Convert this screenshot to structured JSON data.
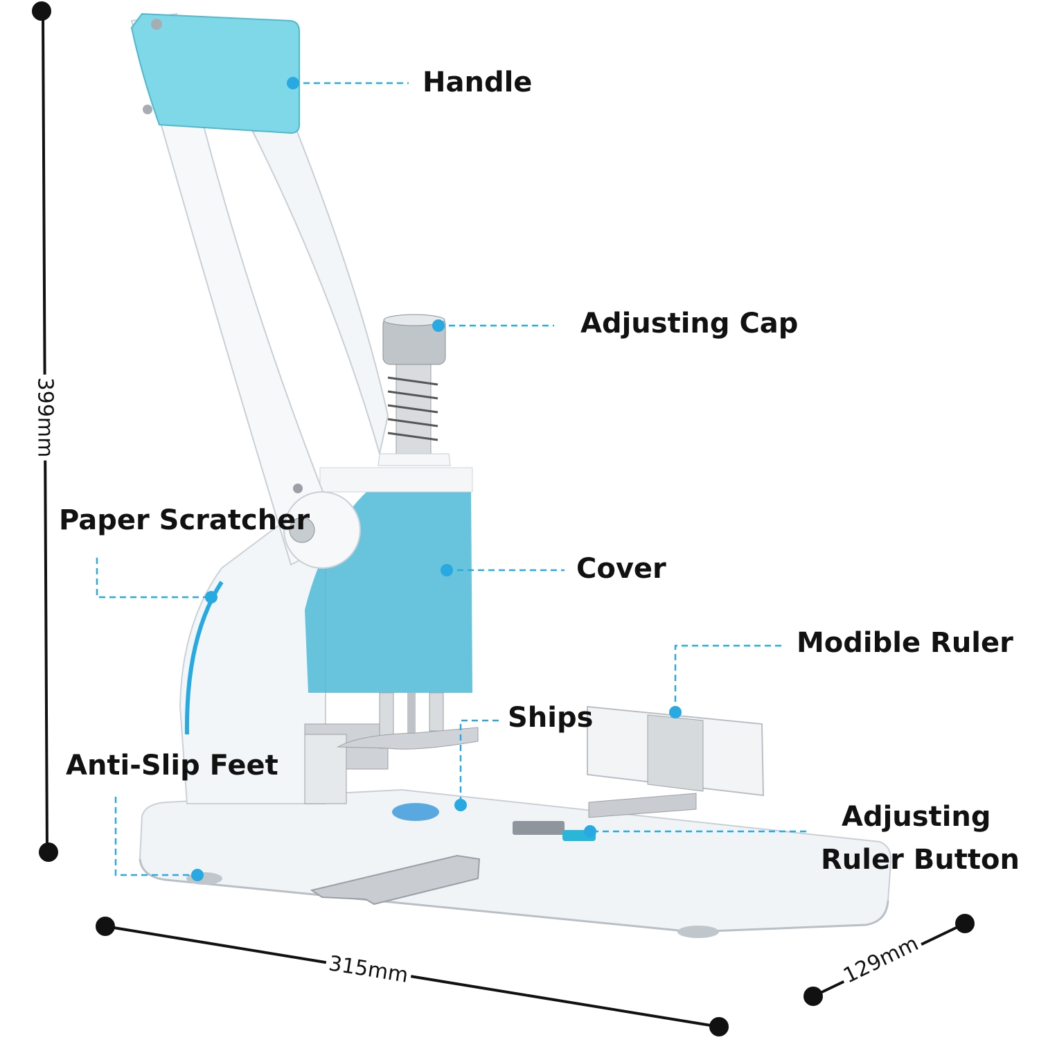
{
  "colors": {
    "accent": "#29a9e1",
    "body": "#f2f5f7",
    "handle": "#7fd8e8",
    "cover": "#3fb8d8",
    "metal": "#c9ccd0",
    "line": "#111111"
  },
  "labels": {
    "handle": "Handle",
    "adjusting_cap": "Adjusting Cap",
    "paper_scratcher": "Paper Scratcher",
    "cover": "Cover",
    "modible_ruler": "Modible Ruler",
    "ships": "Ships",
    "anti_slip_feet": "Anti-Slip Feet",
    "adjusting_ruler_button_line1": "Adjusting",
    "adjusting_ruler_button_line2": "Ruler Button"
  },
  "dimensions": {
    "height": "399mm",
    "length": "315mm",
    "width": "129mm"
  }
}
